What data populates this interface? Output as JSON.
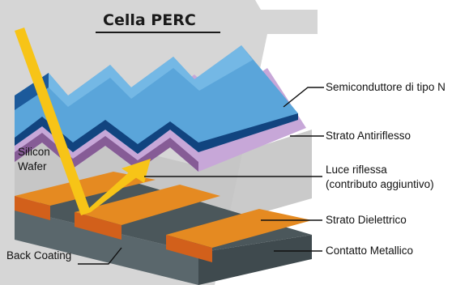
{
  "title": "Cella PERC",
  "labels": {
    "silicon_line1": "Silicon",
    "silicon_line2": "Wafer",
    "back_coating": "Back Coating",
    "n_type": "Semiconduttore di tipo N",
    "antireflective": "Strato Antiriflesso",
    "reflected_line1": "Luce riflessa",
    "reflected_line2": "(contributo aggiuntivo)",
    "dielectric": "Strato Dielettrico",
    "metal_contact": "Contatto Metallico"
  },
  "colors": {
    "panel_gray": "#d6d6d6",
    "n_type_light": "#5aa5da",
    "n_type_dark": "#11447f",
    "antireflective": "#c7a7d8",
    "antireflective_dark": "#865c96",
    "orange": "#e58a21",
    "orange_dark": "#d2601b",
    "metal": "#3f4a4e",
    "metal_side": "#5a676c",
    "light_ray": "#f7c417"
  }
}
